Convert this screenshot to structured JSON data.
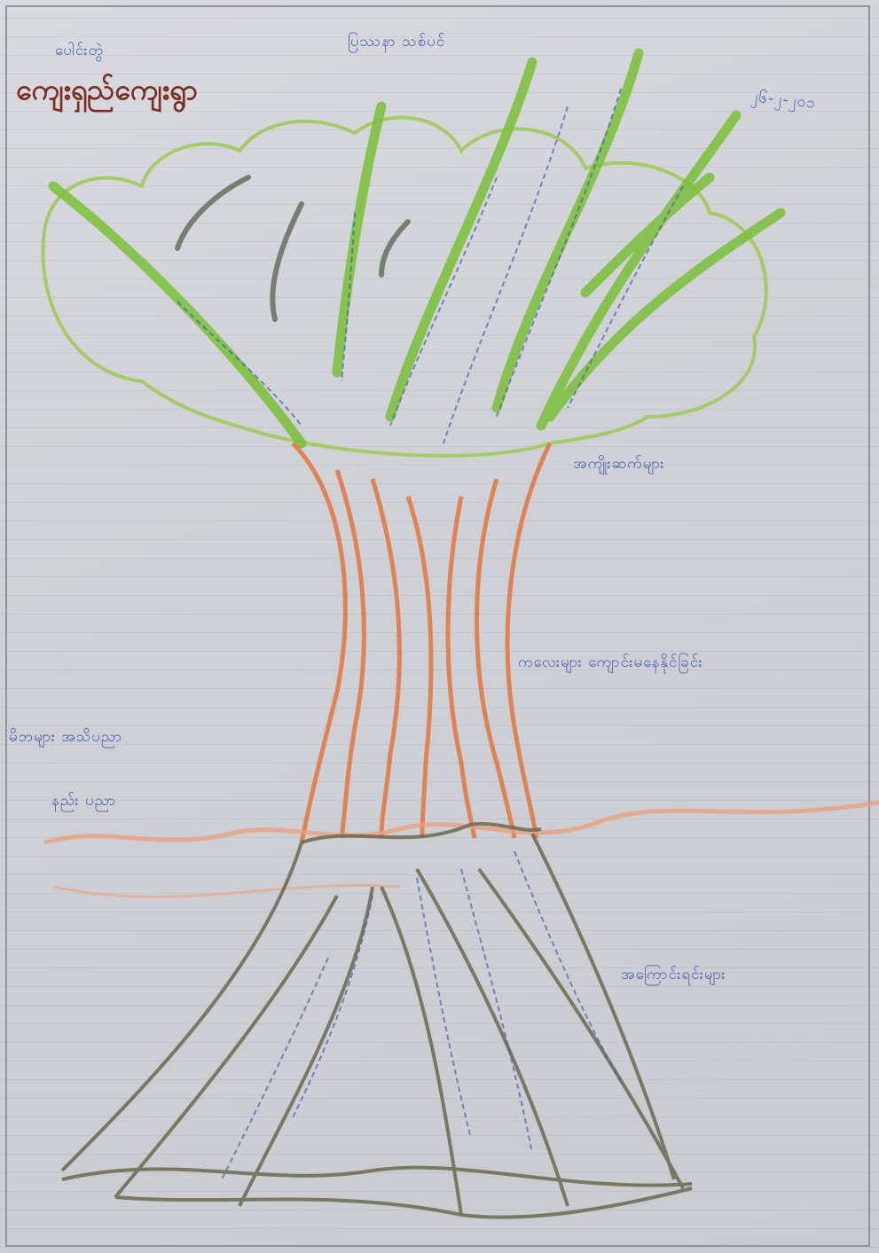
{
  "header": {
    "title": "ကျေးရှည်ကျေးရွာ",
    "subtitle_left": "ပေါင်းတွဲ",
    "subtitle_top": "ပြဿနာ သစ်ပင်",
    "date": "၂၆-၂-၂၀၁"
  },
  "labels": {
    "leaves_effects": "အကျိုးဆက်များ",
    "trunk_problem": "ကလေးများ ကျောင်းမနေနိုင်ခြင်း",
    "ground_left": "မိဘများ အသိပညာ",
    "ground_left_2": "နည်း ပညာ",
    "roots_causes": "အကြောင်းရင်းများ"
  },
  "colors": {
    "canopy_outline": "#a6c96a",
    "leaf_green": "#7bbf3a",
    "trunk_orange": "#e07a4a",
    "root_gray": "#6b6a50",
    "ink_blue": "#4a5fb0",
    "title_brown": "#7a2d22"
  }
}
